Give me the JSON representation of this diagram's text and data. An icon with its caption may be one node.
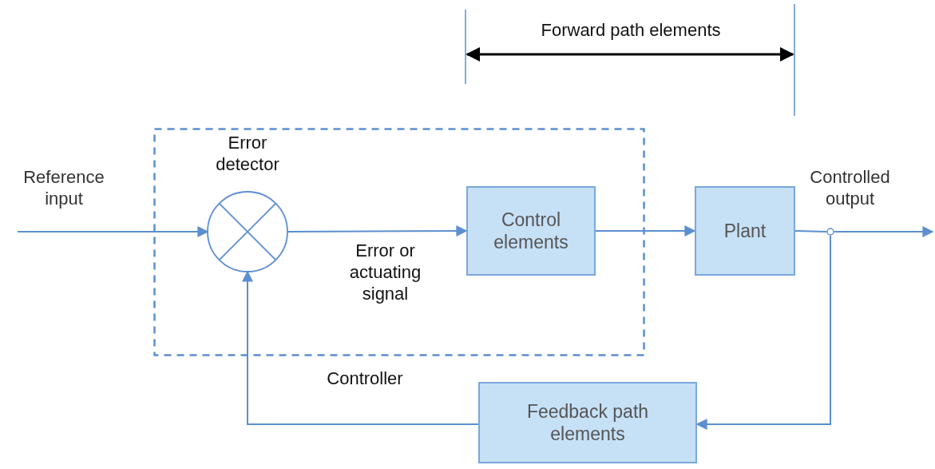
{
  "diagram": {
    "nodes": [
      {
        "text": [
          "Controller"
        ]
      },
      {
        "text": [
          "Error detector"
        ],
        "in": 0
      },
      {
        "text": [
          "Control elements"
        ],
        "in": 0
      },
      {
        "text": [
          "Plant"
        ]
      },
      {
        "text": [
          "Feedback path elements"
        ]
      },
      {
        "text": [],
        "shape": "circle"
      }
    ],
    "edges": [
      {
        "from": null,
        "to": 1,
        "arrow": "to"
      },
      {
        "from": 1,
        "to": 2,
        "arrow": "to",
        "label": "Error or actuating signal"
      },
      {
        "from": 2,
        "to": 3,
        "arrow": "to"
      },
      {
        "from": 3,
        "to": 5,
        "arrow": "none"
      },
      {
        "from": 5,
        "to": null,
        "arrow": "to"
      },
      {
        "from": 5,
        "to": 4,
        "arrow": "to"
      },
      {
        "from": 4,
        "to": 1,
        "arrow": "to"
      }
    ],
    "labels": [
      "Forward path elements",
      "Reference input",
      "Controlled output"
    ]
  }
}
